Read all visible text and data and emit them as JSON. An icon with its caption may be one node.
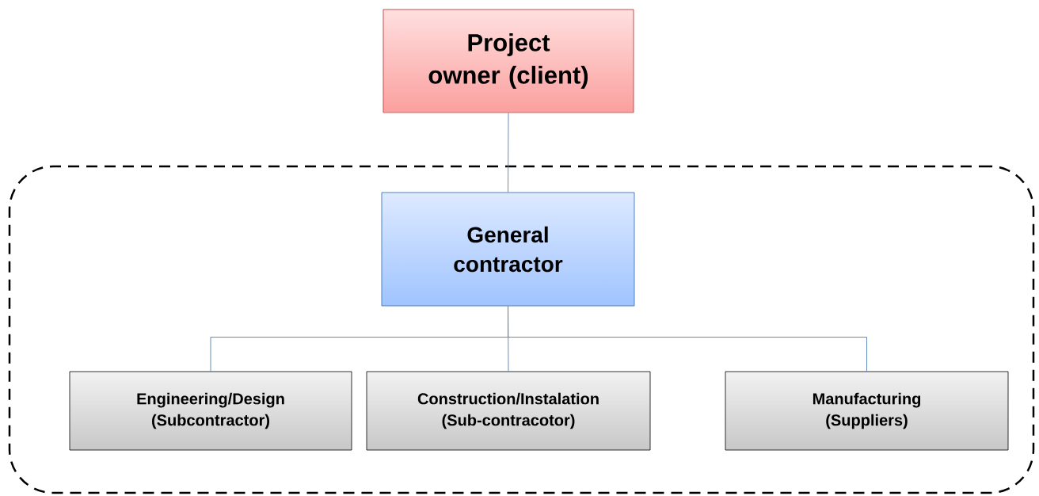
{
  "diagram": {
    "nodes": [
      {
        "text": [
          "Project owner (client)"
        ]
      },
      {
        "text": [],
        "shape": "box"
      },
      {
        "text": [
          "General contractor"
        ],
        "in": 1
      },
      {
        "text": [
          "Engineering/Design (Subcontractor)"
        ],
        "in": 1
      },
      {
        "text": [
          "Construction/Instalation (Sub-contracotor)"
        ],
        "in": 1
      },
      {
        "text": [
          "Manufacturing (Suppliers)"
        ],
        "in": 1
      }
    ],
    "edges": [
      {
        "from": 0,
        "to": 2,
        "arrow": "none"
      },
      {
        "from": 2,
        "to": 3,
        "arrow": "none"
      },
      {
        "from": 2,
        "to": 4,
        "arrow": "none"
      },
      {
        "from": 2,
        "to": 5,
        "arrow": "none"
      }
    ]
  }
}
